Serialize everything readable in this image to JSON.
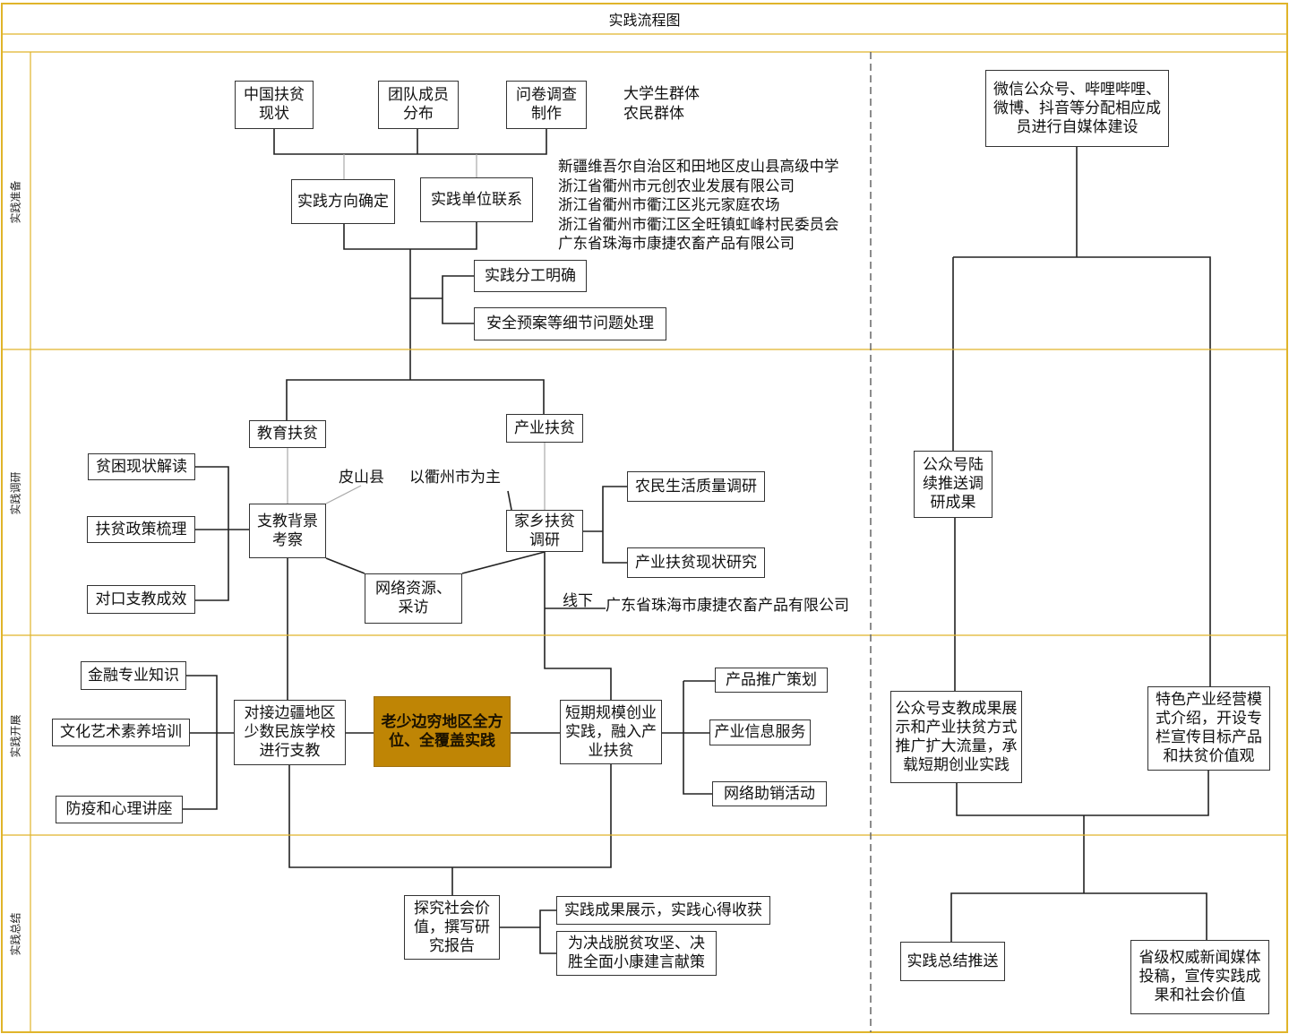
{
  "title": "实践流程图",
  "lanes": [
    "实践准备",
    "实践调研",
    "实践开展",
    "实践总结"
  ],
  "nodes": {
    "china_status": "中国扶贫\n现状",
    "team_members": "团队成员\n分布",
    "questionnaire": "问卷调查\n制作",
    "direction": "实践方向确定",
    "unit_contact": "实践单位联系",
    "division": "实践分工明确",
    "safety": "安全预案等细节问题处理",
    "edu_poverty": "教育扶贫",
    "industry_poverty": "产业扶贫",
    "poverty_reading": "贫困现状解读",
    "policy_review": "扶贫政策梳理",
    "pairing_effect": "对口支教成效",
    "edu_background": "支教背景\n考察",
    "hometown_research": "家乡扶贫\n调研",
    "farmer_quality": "农民生活质量调研",
    "industry_status": "产业扶贫现状研究",
    "network_resources": "网络资源、\n采访",
    "finance": "金融专业知识",
    "arts": "文化艺术素养培训",
    "epidemic": "防疫和心理讲座",
    "border_teaching": "对接边疆地区\n少数民族学校\n进行支教",
    "core": "老少边穷地区全方\n位、全覆盖实践",
    "startup": "短期规模创业\n实践，融入产\n业扶贫",
    "promo_plan": "产品推广策划",
    "info_service": "产业信息服务",
    "online_sales": "网络助销活动",
    "explore_value": "探究社会价\n值，撰写研\n究报告",
    "results_show": "实践成果展示，实践心得收获",
    "suggestions": "为决战脱贫攻坚、决\n胜全面小康建言献策",
    "media_build": "微信公众号、哔哩哔哩、\n微博、抖音等分配相应成\n员进行自媒体建设",
    "push_results": "公众号陆\n续推送调\n研成果",
    "edu_showcase": "公众号支教成果展\n示和产业扶贫方式\n推广扩大流量，承\n载短期创业实践",
    "feature_industry": "特色产业经营模\n式介绍，开设专\n栏宣传目标产品\n和扶贫价值观",
    "summary_push": "实践总结推送",
    "provincial_media": "省级权威新闻媒体\n投稿，宣传实践成\n果和社会价值"
  },
  "labels": {
    "groups": "大学生群体\n农民群体",
    "units": "新疆维吾尔自治区和田地区皮山县高级中学\n浙江省衢州市元创农业发展有限公司\n浙江省衢州市衢江区兆元家庭农场\n浙江省衢州市衢江区全旺镇虹峰村民委员会\n广东省珠海市康捷农畜产品有限公司",
    "pishan": "皮山县",
    "quzhou": "以衢州市为主",
    "offline": "线下",
    "guangdong_company": "广东省珠海市康捷农畜产品有限公司"
  },
  "colors": {
    "lane_border": "#e0b42a",
    "core_fill": "#bf8505",
    "line": "#222222",
    "light_line": "#aaaaaa"
  }
}
